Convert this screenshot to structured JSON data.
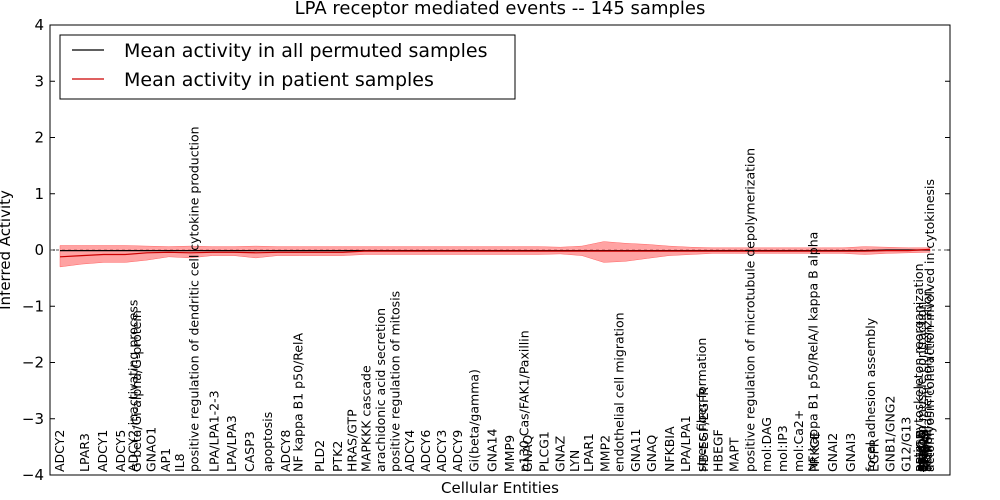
{
  "chart_data": {
    "type": "line",
    "title": "LPA receptor mediated events -- 145 samples",
    "xlabel": "Cellular Entities",
    "ylabel": "Inferred Activity",
    "ylim": [
      -4,
      4
    ],
    "yticks": [
      "−4",
      "−3",
      "−2",
      "−1",
      "0",
      "1",
      "2",
      "3",
      "4"
    ],
    "grid": false,
    "legend_position": "top-left",
    "series": [
      {
        "name": "Mean activity in all permuted samples",
        "color": "#000000",
        "values": [
          -0.01,
          -0.01,
          -0.01,
          -0.01,
          -0.01,
          -0.01,
          -0.01,
          -0.01,
          -0.01,
          -0.01,
          -0.01,
          -0.01,
          -0.01,
          -0.01,
          -0.01,
          -0.01,
          -0.01,
          -0.01,
          -0.01,
          -0.01,
          -0.01,
          -0.01,
          -0.01,
          -0.01,
          -0.01,
          -0.01,
          -0.01,
          -0.01,
          -0.01,
          -0.01,
          -0.01,
          -0.01,
          -0.01,
          -0.01,
          -0.01,
          -0.01,
          -0.01,
          -0.01,
          0.0,
          0.0,
          0.0
        ]
      },
      {
        "name": "Mean activity in patient samples",
        "color": "#cc0000",
        "values": [
          -0.12,
          -0.1,
          -0.08,
          -0.08,
          -0.05,
          -0.04,
          -0.05,
          -0.04,
          -0.04,
          -0.05,
          -0.04,
          -0.04,
          -0.04,
          -0.04,
          -0.02,
          -0.02,
          -0.02,
          -0.02,
          -0.02,
          -0.02,
          -0.02,
          -0.02,
          -0.02,
          -0.02,
          -0.02,
          -0.02,
          -0.02,
          -0.02,
          -0.02,
          -0.02,
          -0.02,
          -0.02,
          -0.02,
          -0.02,
          -0.02,
          -0.02,
          -0.02,
          -0.02,
          -0.01,
          -0.01,
          0.01
        ]
      }
    ],
    "band": {
      "color": "#ff6666",
      "lower": [
        -0.3,
        -0.25,
        -0.22,
        -0.22,
        -0.18,
        -0.12,
        -0.14,
        -0.1,
        -0.1,
        -0.14,
        -0.1,
        -0.1,
        -0.1,
        -0.1,
        -0.08,
        -0.08,
        -0.08,
        -0.08,
        -0.08,
        -0.08,
        -0.08,
        -0.08,
        -0.08,
        -0.07,
        -0.1,
        -0.22,
        -0.2,
        -0.15,
        -0.1,
        -0.08,
        -0.06,
        -0.06,
        -0.06,
        -0.06,
        -0.06,
        -0.06,
        -0.06,
        -0.08,
        -0.06,
        -0.05,
        -0.04
      ],
      "upper": [
        0.08,
        0.08,
        0.08,
        0.08,
        0.07,
        0.06,
        0.07,
        0.06,
        0.06,
        0.07,
        0.06,
        0.06,
        0.06,
        0.06,
        0.06,
        0.06,
        0.06,
        0.06,
        0.06,
        0.06,
        0.06,
        0.06,
        0.06,
        0.05,
        0.07,
        0.15,
        0.12,
        0.1,
        0.07,
        0.05,
        0.04,
        0.04,
        0.04,
        0.04,
        0.04,
        0.04,
        0.04,
        0.06,
        0.05,
        0.04,
        0.04
      ]
    },
    "categories": [
      {
        "label": "ADCY2",
        "x": 0.0
      },
      {
        "label": "LPAR3",
        "x": 1.4
      },
      {
        "label": "ADCY1",
        "x": 2.4
      },
      {
        "label": "ADCY5",
        "x": 3.4
      },
      {
        "label": "ADCY2-inactivating process",
        "x": 4.1
      },
      {
        "label": "G-beta/Gi-alpha/G-protein",
        "x": 4.3
      },
      {
        "label": "GNAO1",
        "x": 5.1
      },
      {
        "label": "AP1",
        "x": 5.9
      },
      {
        "label": "IL8",
        "x": 6.7
      },
      {
        "label": "positive regulation of dendritic cell cytokine production",
        "x": 7.5
      },
      {
        "label": "LPA/LPA1-2-3",
        "x": 8.6
      },
      {
        "label": "LPA/LPA3",
        "x": 9.6
      },
      {
        "label": "CASP3",
        "x": 10.6
      },
      {
        "label": "apoptosis",
        "x": 11.6
      },
      {
        "label": "ADCY8",
        "x": 12.6
      },
      {
        "label": "NF kappa B1 p50/RelA",
        "x": 13.3
      },
      {
        "label": "PLD2",
        "x": 14.5
      },
      {
        "label": "PTK2",
        "x": 15.5
      },
      {
        "label": "HRAS/GTP",
        "x": 16.3
      },
      {
        "label": "MAPKKK cascade",
        "x": 17.1
      },
      {
        "label": "arachidonic acid secretion",
        "x": 17.9
      },
      {
        "label": "positive regulation of mitosis",
        "x": 18.7
      },
      {
        "label": "ADCY4",
        "x": 19.5
      },
      {
        "label": "ADCY6",
        "x": 20.4
      },
      {
        "label": "ADCY3",
        "x": 21.3
      },
      {
        "label": "ADCY9",
        "x": 22.2
      },
      {
        "label": "Gi(beta/gamma)",
        "x": 23.1
      },
      {
        "label": "GNA14",
        "x": 24.1
      },
      {
        "label": "MMP9",
        "x": 25.1
      },
      {
        "label": "p130 Cas/FAK1/Paxillin",
        "x": 25.9
      },
      {
        "label": "GNAQ",
        "x": 26.1
      },
      {
        "label": "PLCG1",
        "x": 27.0
      },
      {
        "label": "GNAZ",
        "x": 27.9
      },
      {
        "label": "LYN",
        "x": 28.7
      },
      {
        "label": "LPAR1",
        "x": 29.5
      },
      {
        "label": "MMP2",
        "x": 30.4
      },
      {
        "label": "endothelial cell migration",
        "x": 31.2
      },
      {
        "label": "GNA11",
        "x": 32.1
      },
      {
        "label": "GNAQ",
        "x": 33.0
      },
      {
        "label": "NFKBIA",
        "x": 34.0
      },
      {
        "label": "LPA/LPA1",
        "x": 34.9
      },
      {
        "label": "stress fiber formation",
        "x": 35.8
      },
      {
        "label": "HB-EGF/EGFR",
        "x": 35.9
      },
      {
        "label": "HBEGF",
        "x": 36.7
      },
      {
        "label": "MAPT",
        "x": 37.6
      },
      {
        "label": "positive regulation of microtubule depolymerization",
        "x": 38.5
      },
      {
        "label": "mol:DAG",
        "x": 39.4
      },
      {
        "label": "mol:IP3",
        "x": 40.3
      },
      {
        "label": "mol:Ca2+",
        "x": 41.2
      },
      {
        "label": "NF kappa B1 p50/RelA/I kappa B alpha",
        "x": 42.0
      },
      {
        "label": "PRKCE",
        "x": 42.1
      },
      {
        "label": "GNAI2",
        "x": 43.1
      },
      {
        "label": "GNAI3",
        "x": 44.1
      },
      {
        "label": "focal adhesion assembly",
        "x": 45.2
      },
      {
        "label": "EGFR",
        "x": 45.4
      },
      {
        "label": "GNB1/GNG2",
        "x": 46.3
      },
      {
        "label": "G12/G13",
        "x": 47.2
      },
      {
        "label": "actin cytoskeleton reorganization",
        "x": 47.9
      },
      {
        "label": "PRKCD",
        "x": 48.0
      },
      {
        "label": "smooth muscle contraction",
        "x": 48.05
      },
      {
        "label": "PRKCA",
        "x": 48.1
      },
      {
        "label": "GNA12",
        "x": 48.15
      },
      {
        "label": "GNA13",
        "x": 48.2
      },
      {
        "label": "RHOA",
        "x": 48.25
      },
      {
        "label": "ROCK2",
        "x": 48.3
      },
      {
        "label": "actin filament polymerization",
        "x": 48.35
      },
      {
        "label": "TRIP6",
        "x": 48.4
      },
      {
        "label": "actomyosin contraction involved in cytokinesis",
        "x": 48.5
      }
    ]
  }
}
